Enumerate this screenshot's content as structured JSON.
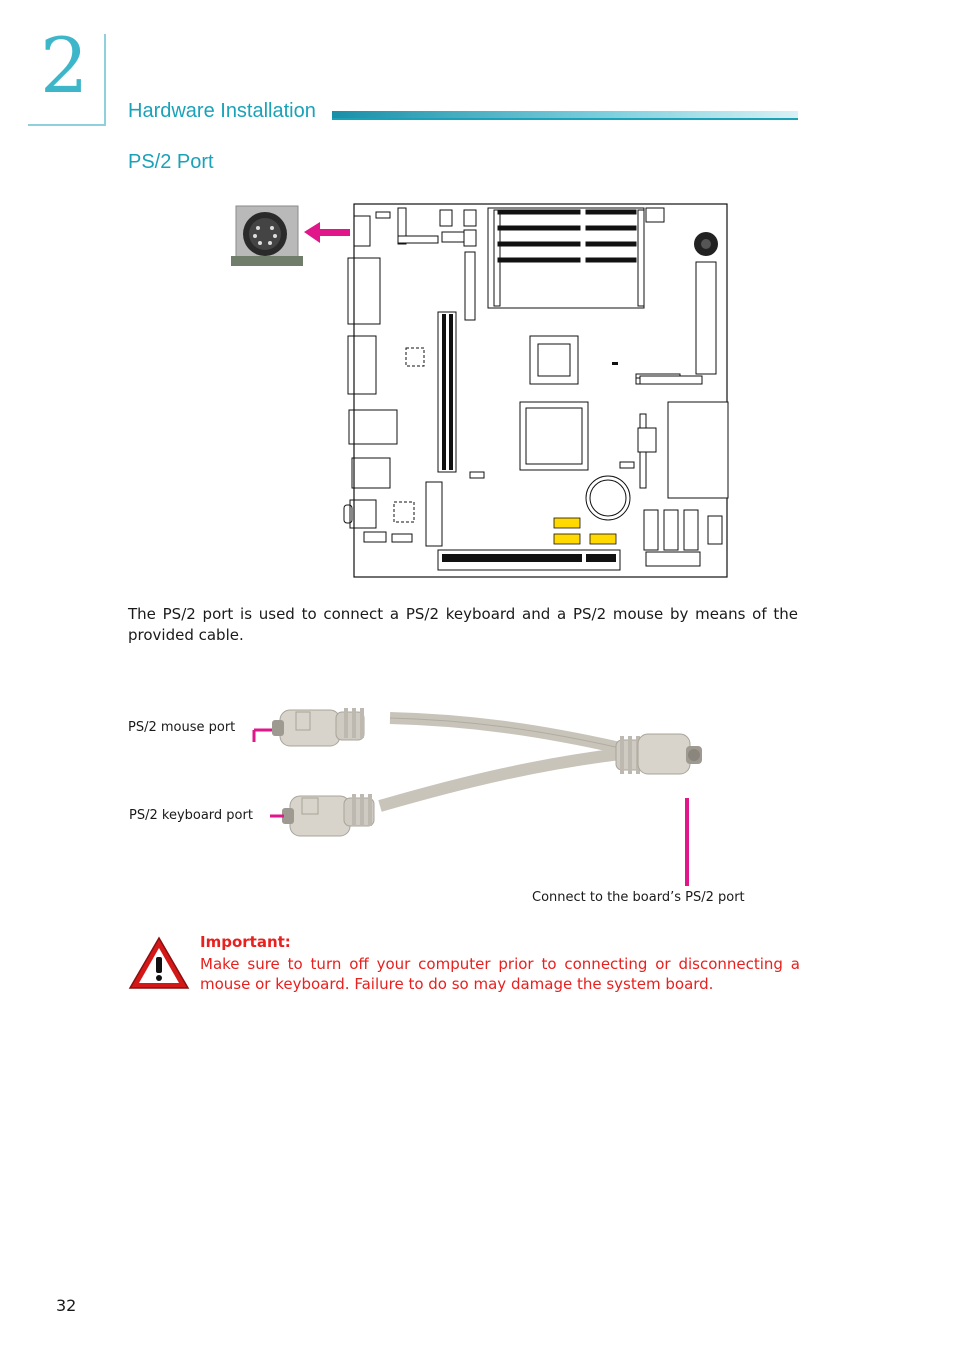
{
  "chapter": {
    "number": "2"
  },
  "header": {
    "section_title": "Hardware Installation",
    "subsection_title": "PS/2 Port"
  },
  "body": {
    "description": "The PS/2 port is used to connect a PS/2 keyboard and a PS/2 mouse by means of the provided cable."
  },
  "cable_labels": {
    "mouse": "PS/2 mouse port",
    "keyboard": "PS/2 keyboard port",
    "connect": "Connect to the board’s PS/2 port"
  },
  "important": {
    "title": "Important:",
    "text": "Make sure to turn off your computer prior to connecting or disconnecting a mouse or keyboard. Failure to do so may damage the system board."
  },
  "footer": {
    "page_number": "32"
  },
  "colors": {
    "accent": "#1aa2b8",
    "pointer": "#e0168a",
    "warning": "#e8201e"
  }
}
